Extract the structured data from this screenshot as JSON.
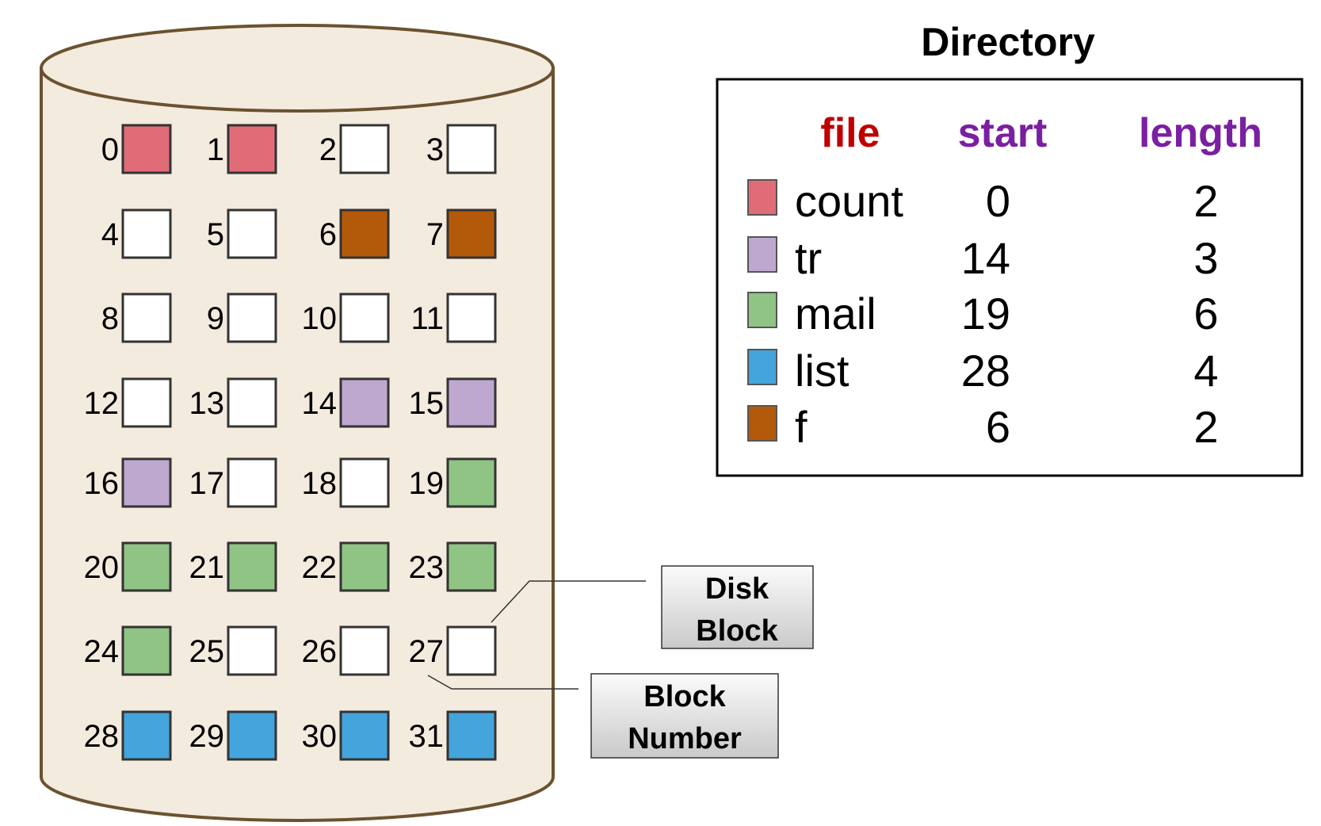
{
  "colors": {
    "count": "#E06C78",
    "tr": "#BFA8D0",
    "mail": "#8FC485",
    "list": "#44A4DC",
    "f": "#B35A0A",
    "empty": "#FFFFFF",
    "cylinder_fill": "#F4EBDF",
    "cylinder_stroke": "#6B5230",
    "file_header": "#C00000",
    "start_length_header": "#7B1FA2"
  },
  "disk": {
    "blocks": [
      {
        "number": "0",
        "file": "count"
      },
      {
        "number": "1",
        "file": "count"
      },
      {
        "number": "2",
        "file": null
      },
      {
        "number": "3",
        "file": null
      },
      {
        "number": "4",
        "file": null
      },
      {
        "number": "5",
        "file": null
      },
      {
        "number": "6",
        "file": "f"
      },
      {
        "number": "7",
        "file": "f"
      },
      {
        "number": "8",
        "file": null
      },
      {
        "number": "9",
        "file": null
      },
      {
        "number": "10",
        "file": null
      },
      {
        "number": "11",
        "file": null
      },
      {
        "number": "12",
        "file": null
      },
      {
        "number": "13",
        "file": null
      },
      {
        "number": "14",
        "file": "tr"
      },
      {
        "number": "15",
        "file": "tr"
      },
      {
        "number": "16",
        "file": "tr"
      },
      {
        "number": "17",
        "file": null
      },
      {
        "number": "18",
        "file": null
      },
      {
        "number": "19",
        "file": "mail"
      },
      {
        "number": "20",
        "file": "mail"
      },
      {
        "number": "21",
        "file": "mail"
      },
      {
        "number": "22",
        "file": "mail"
      },
      {
        "number": "23",
        "file": "mail"
      },
      {
        "number": "24",
        "file": "mail"
      },
      {
        "number": "25",
        "file": null
      },
      {
        "number": "26",
        "file": null
      },
      {
        "number": "27",
        "file": null
      },
      {
        "number": "28",
        "file": "list"
      },
      {
        "number": "29",
        "file": "list"
      },
      {
        "number": "30",
        "file": "list"
      },
      {
        "number": "31",
        "file": "list"
      }
    ]
  },
  "directory": {
    "title": "Directory",
    "headers": {
      "file": "file",
      "start": "start",
      "length": "length"
    },
    "rows": [
      {
        "file": "count",
        "start": "0",
        "length": "2"
      },
      {
        "file": "tr",
        "start": "14",
        "length": "3"
      },
      {
        "file": "mail",
        "start": "19",
        "length": "6"
      },
      {
        "file": "list",
        "start": "28",
        "length": "4"
      },
      {
        "file": "f",
        "start": "6",
        "length": "2"
      }
    ]
  },
  "callouts": {
    "disk_block": [
      "Disk",
      "Block"
    ],
    "block_number": [
      "Block",
      "Number"
    ]
  }
}
